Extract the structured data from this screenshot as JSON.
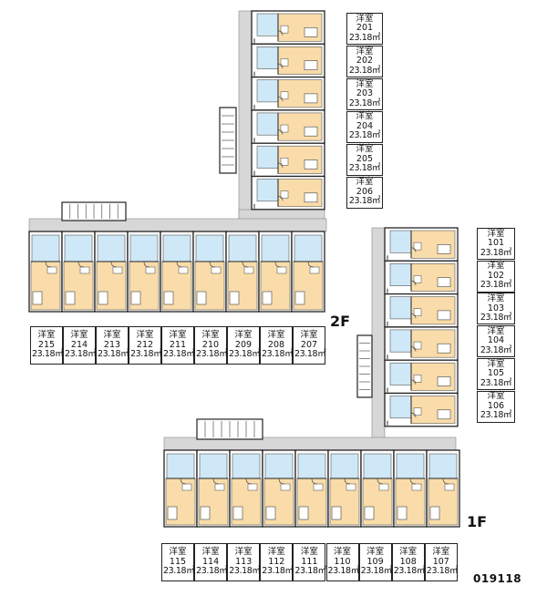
{
  "labels": {
    "room_type": "洋室",
    "area": "23.18㎡"
  },
  "floors": {
    "first": "1F",
    "second": "2F"
  },
  "code": "019118",
  "units": {
    "f2_vertical": [
      "201",
      "202",
      "203",
      "204",
      "205",
      "206"
    ],
    "f2_horizontal": [
      "215",
      "214",
      "213",
      "212",
      "211",
      "210",
      "209",
      "208",
      "207"
    ],
    "f1_vertical": [
      "101",
      "102",
      "103",
      "104",
      "105",
      "106"
    ],
    "f1_horizontal": [
      "115",
      "114",
      "113",
      "112",
      "111",
      "110",
      "109",
      "108",
      "107"
    ]
  },
  "colors": {
    "room": "#f9dcaa",
    "bath": "#cfe8f7",
    "corridor": "#d7d7d7",
    "wall": "#222222"
  }
}
